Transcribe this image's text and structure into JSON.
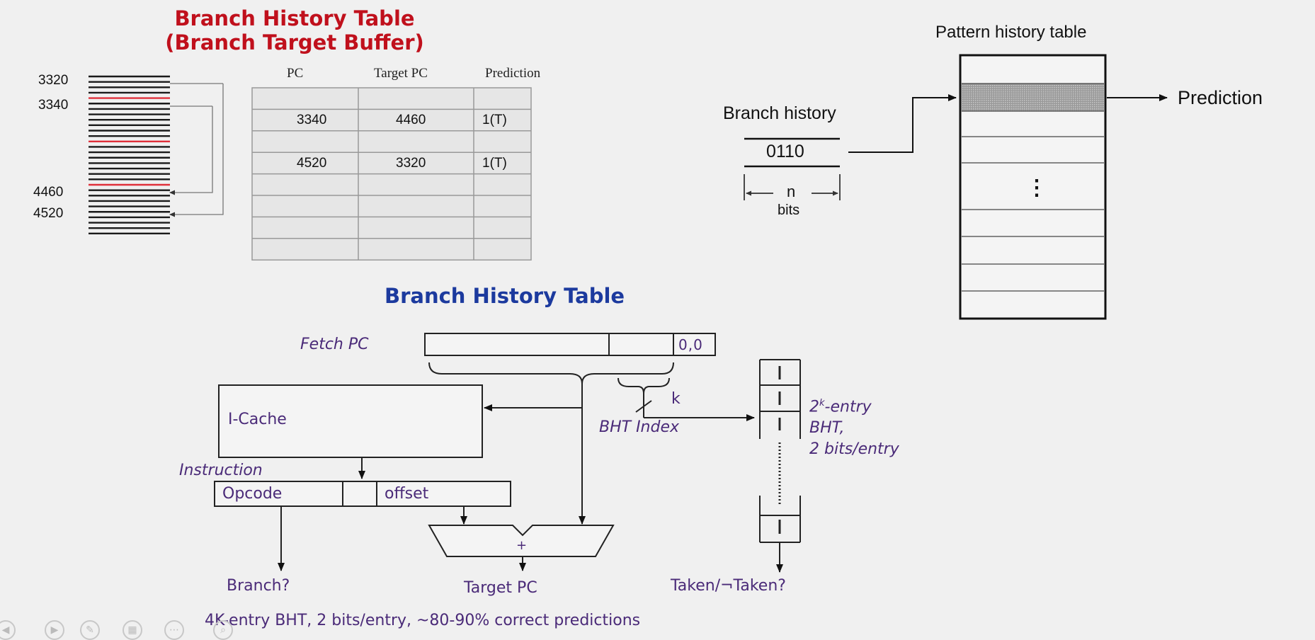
{
  "btb": {
    "title_line1": "Branch History Table",
    "title_line2": "(Branch Target Buffer)",
    "addresses": [
      "3320",
      "3340",
      "4460",
      "4520"
    ],
    "columns": [
      "PC",
      "Target PC",
      "Prediction"
    ],
    "rows": [
      [
        "",
        "",
        ""
      ],
      [
        "3340",
        "4460",
        "1(T)"
      ],
      [
        "",
        "",
        ""
      ],
      [
        "4520",
        "3320",
        "1(T)"
      ],
      [
        "",
        "",
        ""
      ],
      [
        "",
        "",
        ""
      ],
      [
        "",
        "",
        ""
      ],
      [
        "",
        "",
        ""
      ]
    ]
  },
  "pht": {
    "title": "Pattern history table",
    "history_label": "Branch history",
    "history_value": "0110",
    "n_label": "n",
    "bits_label": "bits",
    "prediction_label": "Prediction",
    "ellipsis": "⋮"
  },
  "bht": {
    "title": "Branch History Table",
    "fetch_pc": "Fetch PC",
    "low_bits": "0,0",
    "k_label": "k",
    "index_label": "BHT Index",
    "entry_line1": "2",
    "entry_sup": "k",
    "entry_line1b": "-entry",
    "entry_line2": "BHT,",
    "entry_line3": "2 bits/entry",
    "icache": "I-Cache",
    "instruction": "Instruction",
    "opcode": "Opcode",
    "offset": "offset",
    "adder": "+",
    "branch_q": "Branch?",
    "target_pc": "Target PC",
    "taken": "Taken/¬Taken?",
    "footer": "4K-entry BHT, 2 bits/entry, ~80-90% correct predictions"
  },
  "colors": {
    "red_title": "#c0101c",
    "blue_title": "#1c3a9e",
    "purple_text": "#4a2a78",
    "highlight_line": "#e0303a"
  }
}
